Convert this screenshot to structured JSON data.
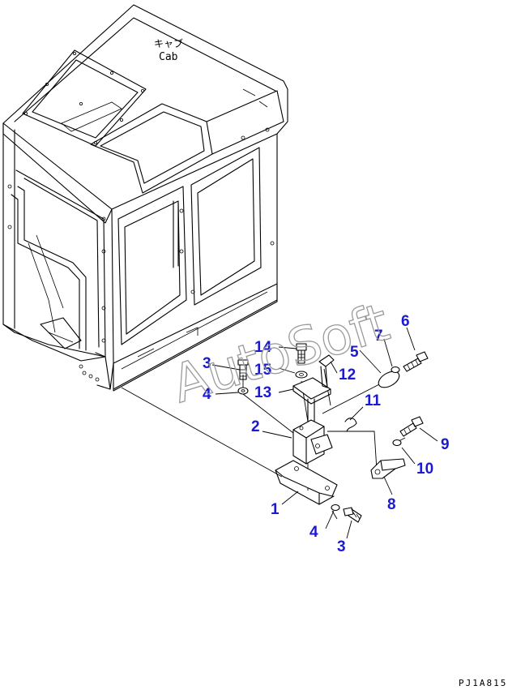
{
  "diagram": {
    "cab_label_jp": "キャブ",
    "cab_label_en": "Cab",
    "watermark": "AutoSoft",
    "drawing_code": "PJ1A815",
    "callouts": [
      {
        "id": "c1",
        "text": "1"
      },
      {
        "id": "c2",
        "text": "2"
      },
      {
        "id": "c3a",
        "text": "3"
      },
      {
        "id": "c3b",
        "text": "3"
      },
      {
        "id": "c4a",
        "text": "4"
      },
      {
        "id": "c4b",
        "text": "4"
      },
      {
        "id": "c5",
        "text": "5"
      },
      {
        "id": "c6",
        "text": "6"
      },
      {
        "id": "c7",
        "text": "7"
      },
      {
        "id": "c8",
        "text": "8"
      },
      {
        "id": "c9",
        "text": "9"
      },
      {
        "id": "c10",
        "text": "10"
      },
      {
        "id": "c11",
        "text": "11"
      },
      {
        "id": "c12",
        "text": "12"
      },
      {
        "id": "c13",
        "text": "13"
      },
      {
        "id": "c14",
        "text": "14"
      },
      {
        "id": "c15",
        "text": "15"
      }
    ]
  }
}
